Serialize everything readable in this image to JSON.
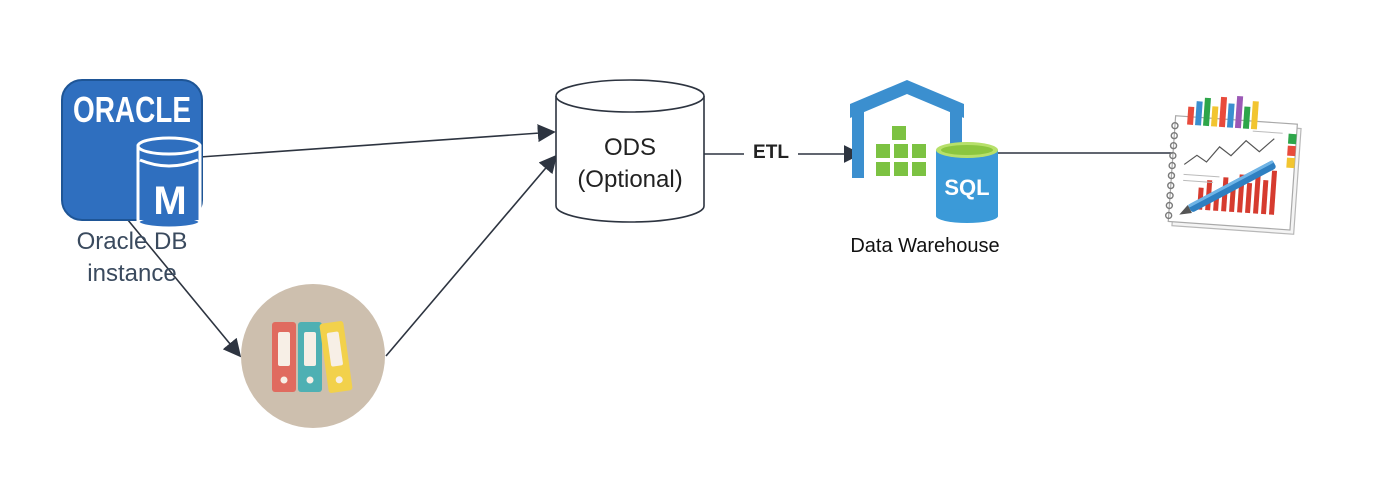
{
  "oracle": {
    "logo_text": "ORACLE",
    "badge_letter": "M",
    "label_line1": "Oracle DB",
    "label_line2": "instance",
    "color": "#2f6fbf"
  },
  "files": {
    "icon": "binders-icon",
    "bg_color": "#cdbfae"
  },
  "ods": {
    "label_line1": "ODS",
    "label_line2": "(Optional)"
  },
  "etl": {
    "label": "ETL"
  },
  "warehouse": {
    "badge_text": "SQL",
    "label": "Data Warehouse",
    "roof_color": "#3b8fcf",
    "box_color": "#7cc242"
  },
  "reports": {
    "icon": "report-charts-icon"
  }
}
